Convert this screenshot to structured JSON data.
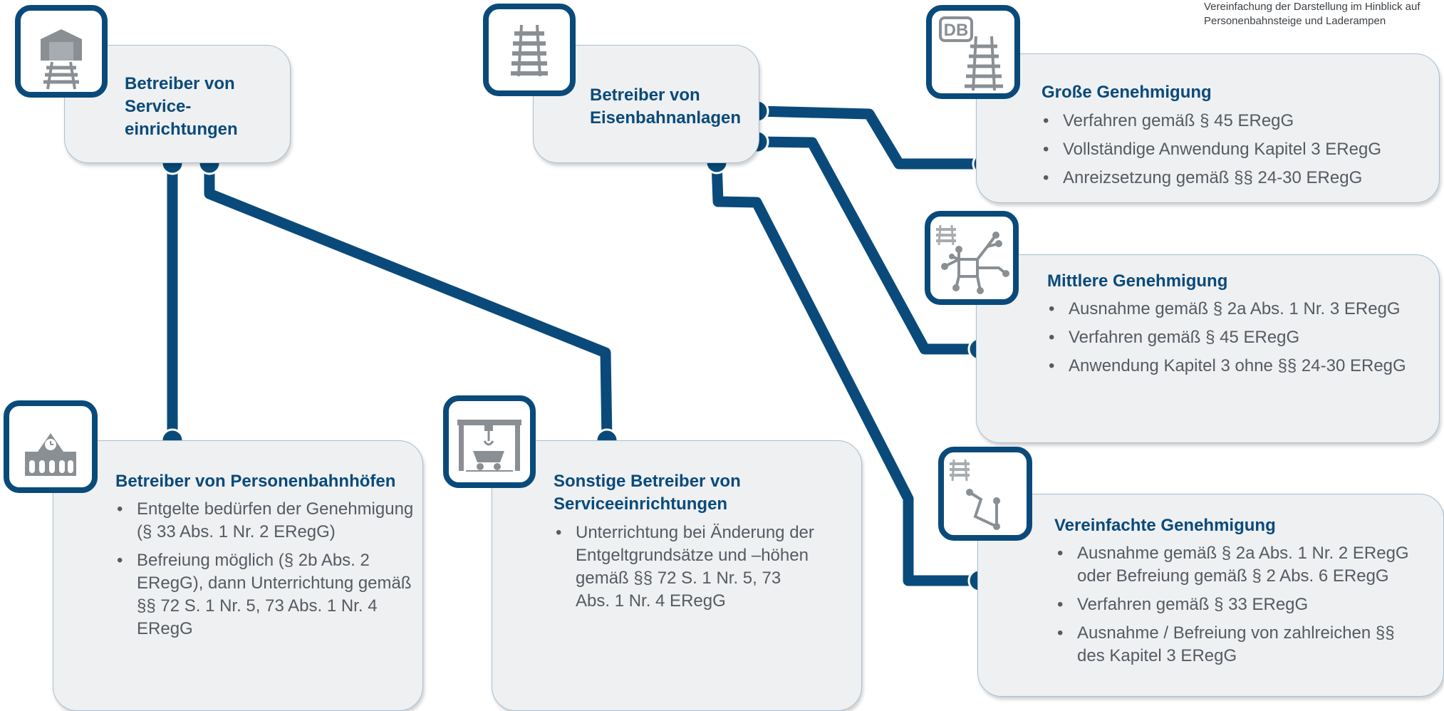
{
  "note": {
    "line1": "Vereinfachung der Darstellung im Hinblick auf",
    "line2": "Personenbahnsteige und Laderampen"
  },
  "colors": {
    "connector": "#0a4a7a",
    "box_fill": "#eef0f2",
    "box_border": "#a9bfd1",
    "title": "#0a4a7a",
    "text": "#555b61",
    "icon_gray": "#8a8f94"
  },
  "service": {
    "title_lines": [
      "Betreiber von",
      "Service-",
      "einrichtungen"
    ],
    "icon": "depot-track-icon"
  },
  "infra": {
    "title_lines": [
      "Betreiber von",
      "Eisenbahnanlagen"
    ],
    "icon": "track-icon"
  },
  "gross": {
    "title": "Große Genehmigung",
    "items": [
      "Verfahren gemäß § 45 ERegG",
      "Vollständige Anwendung Kapitel 3 ERegG",
      "Anreizsetzung gemäß §§ 24-30 ERegG"
    ],
    "icon": "db-track-icon",
    "logo": "DB"
  },
  "mittel": {
    "title": "Mittlere Genehmigung",
    "items": [
      "Ausnahme gemäß § 2a Abs. 1 Nr. 3 ERegG",
      "Verfahren gemäß § 45 ERegG",
      "Anwendung Kapitel 3 ohne §§ 24-30 ERegG"
    ],
    "icon": "network-icon"
  },
  "verein": {
    "title": "Vereinfachte Genehmigung",
    "items": [
      "Ausnahme gemäß § 2a Abs. 1 Nr. 2 ERegG oder Befreiung gemäß § 2 Abs. 6 ERegG",
      "Verfahren gemäß § 33 ERegG",
      "Ausnahme / Befreiung von zahlreichen §§ des Kapitel 3 ERegG"
    ],
    "icon": "branch-line-icon"
  },
  "personen": {
    "title": "Betreiber von Personenbahnhöfen",
    "items": [
      "Entgelte bedürfen der Genehmigung (§ 33 Abs. 1 Nr. 2 ERegG)",
      "Befreiung möglich (§ 2b Abs. 2 ERegG), dann Unterrichtung gemäß §§ 72 S. 1 Nr. 5, 73 Abs. 1 Nr. 4 ERegG"
    ],
    "icon": "station-building-icon"
  },
  "sonstige": {
    "title_lines": [
      "Sonstige Betreiber von",
      "Serviceeinrichtungen"
    ],
    "items": [
      "Unterrichtung bei Änderung der Entgeltgrundsätze und –höhen gemäß §§ 72 S. 1 Nr. 5, 73 Abs. 1 Nr. 4 ERegG"
    ],
    "icon": "crane-loading-icon"
  }
}
